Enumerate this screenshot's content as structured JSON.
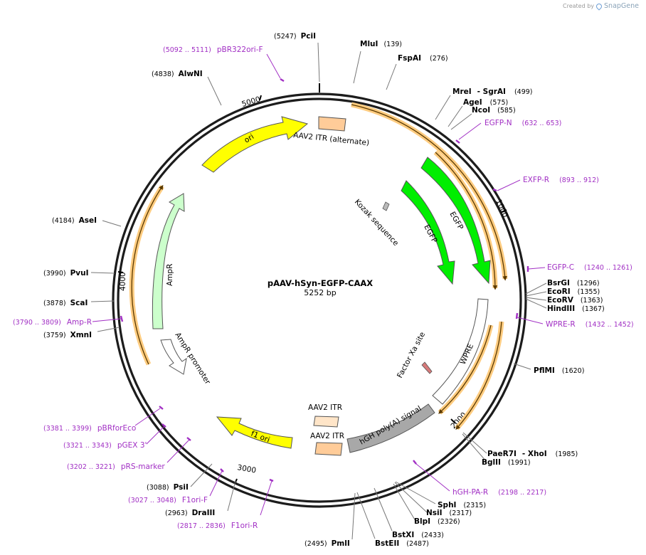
{
  "credit": {
    "created_by": "Created by",
    "brand": "SnapGene"
  },
  "plasmid": {
    "name": "pAAV-hSyn-EGFP-CAAX",
    "size_label": "5252 bp",
    "length": 5252
  },
  "colors": {
    "primer": "#a12fc4",
    "ori": "#ffff00",
    "itr": "#ffcc99",
    "itr_light": "#ffe5c8",
    "egfp": "#00ee00",
    "ampr": "#ccffcc",
    "polya": "#a8a8a8",
    "orf": "#ffcc80",
    "orf_outline": "#5a3a00"
  },
  "ticks": [
    "1000",
    "2000",
    "3000",
    "4000",
    "5000"
  ],
  "enzymes": [
    {
      "name": "PciI",
      "pos": "(5247)"
    },
    {
      "name": "MluI",
      "pos": "(139)"
    },
    {
      "name": "FspAI",
      "pos": "(276)"
    },
    {
      "name": "MreI",
      "extra": "- SgrAI",
      "pos": "(499)"
    },
    {
      "name": "AgeI",
      "pos": "(575)"
    },
    {
      "name": "NcoI",
      "pos": "(585)"
    },
    {
      "name": "BsrGI",
      "pos": "(1296)"
    },
    {
      "name": "EcoRI",
      "pos": "(1355)"
    },
    {
      "name": "EcoRV",
      "pos": "(1363)"
    },
    {
      "name": "HindIII",
      "pos": "(1367)"
    },
    {
      "name": "PflMI",
      "pos": "(1620)"
    },
    {
      "name": "PaeR7I",
      "extra": "- XhoI",
      "pos": "(1985)"
    },
    {
      "name": "BglII",
      "pos": "(1991)"
    },
    {
      "name": "SphI",
      "pos": "(2315)"
    },
    {
      "name": "NsiI",
      "pos": "(2317)"
    },
    {
      "name": "BlpI",
      "pos": "(2326)"
    },
    {
      "name": "BstXI",
      "pos": "(2433)"
    },
    {
      "name": "BstEII",
      "pos": "(2487)"
    },
    {
      "name": "PmlI",
      "pos": "(2495)"
    },
    {
      "name": "DraIII",
      "pos": "(2963)"
    },
    {
      "name": "PsiI",
      "pos": "(3088)"
    },
    {
      "name": "XmnI",
      "pos": "(3759)"
    },
    {
      "name": "ScaI",
      "pos": "(3878)"
    },
    {
      "name": "PvuI",
      "pos": "(3990)"
    },
    {
      "name": "AseI",
      "pos": "(4184)"
    },
    {
      "name": "AlwNI",
      "pos": "(4838)"
    }
  ],
  "primers": [
    {
      "name": "pBR322ori-F",
      "pos": "(5092 .. 5111)"
    },
    {
      "name": "EGFP-N",
      "pos": "(632 .. 653)"
    },
    {
      "name": "EXFP-R",
      "pos": "(893 .. 912)"
    },
    {
      "name": "EGFP-C",
      "pos": "(1240 .. 1261)"
    },
    {
      "name": "WPRE-R",
      "pos": "(1432 .. 1452)"
    },
    {
      "name": "hGH-PA-R",
      "pos": "(2198 .. 2217)"
    },
    {
      "name": "F1ori-R",
      "pos": "(2817 .. 2836)"
    },
    {
      "name": "F1ori-F",
      "pos": "(3027 .. 3048)"
    },
    {
      "name": "pRS-marker",
      "pos": "(3202 .. 3221)"
    },
    {
      "name": "pGEX 3'",
      "pos": "(3321 .. 3343)"
    },
    {
      "name": "pBRforEco",
      "pos": "(3381 .. 3399)"
    },
    {
      "name": "Amp-R",
      "pos": "(3790 .. 3809)"
    }
  ],
  "features": [
    {
      "name": "ori"
    },
    {
      "name": "AAV2 ITR (alternate)"
    },
    {
      "name": "EGFP"
    },
    {
      "name": "EGFP"
    },
    {
      "name": "Kozak sequence"
    },
    {
      "name": "WPRE"
    },
    {
      "name": "Factor Xa site"
    },
    {
      "name": "hGH poly(A) signal"
    },
    {
      "name": "AAV2 ITR"
    },
    {
      "name": "AAV2 ITR"
    },
    {
      "name": "f1 ori"
    },
    {
      "name": "AmpR"
    },
    {
      "name": "AmpR promoter"
    }
  ]
}
